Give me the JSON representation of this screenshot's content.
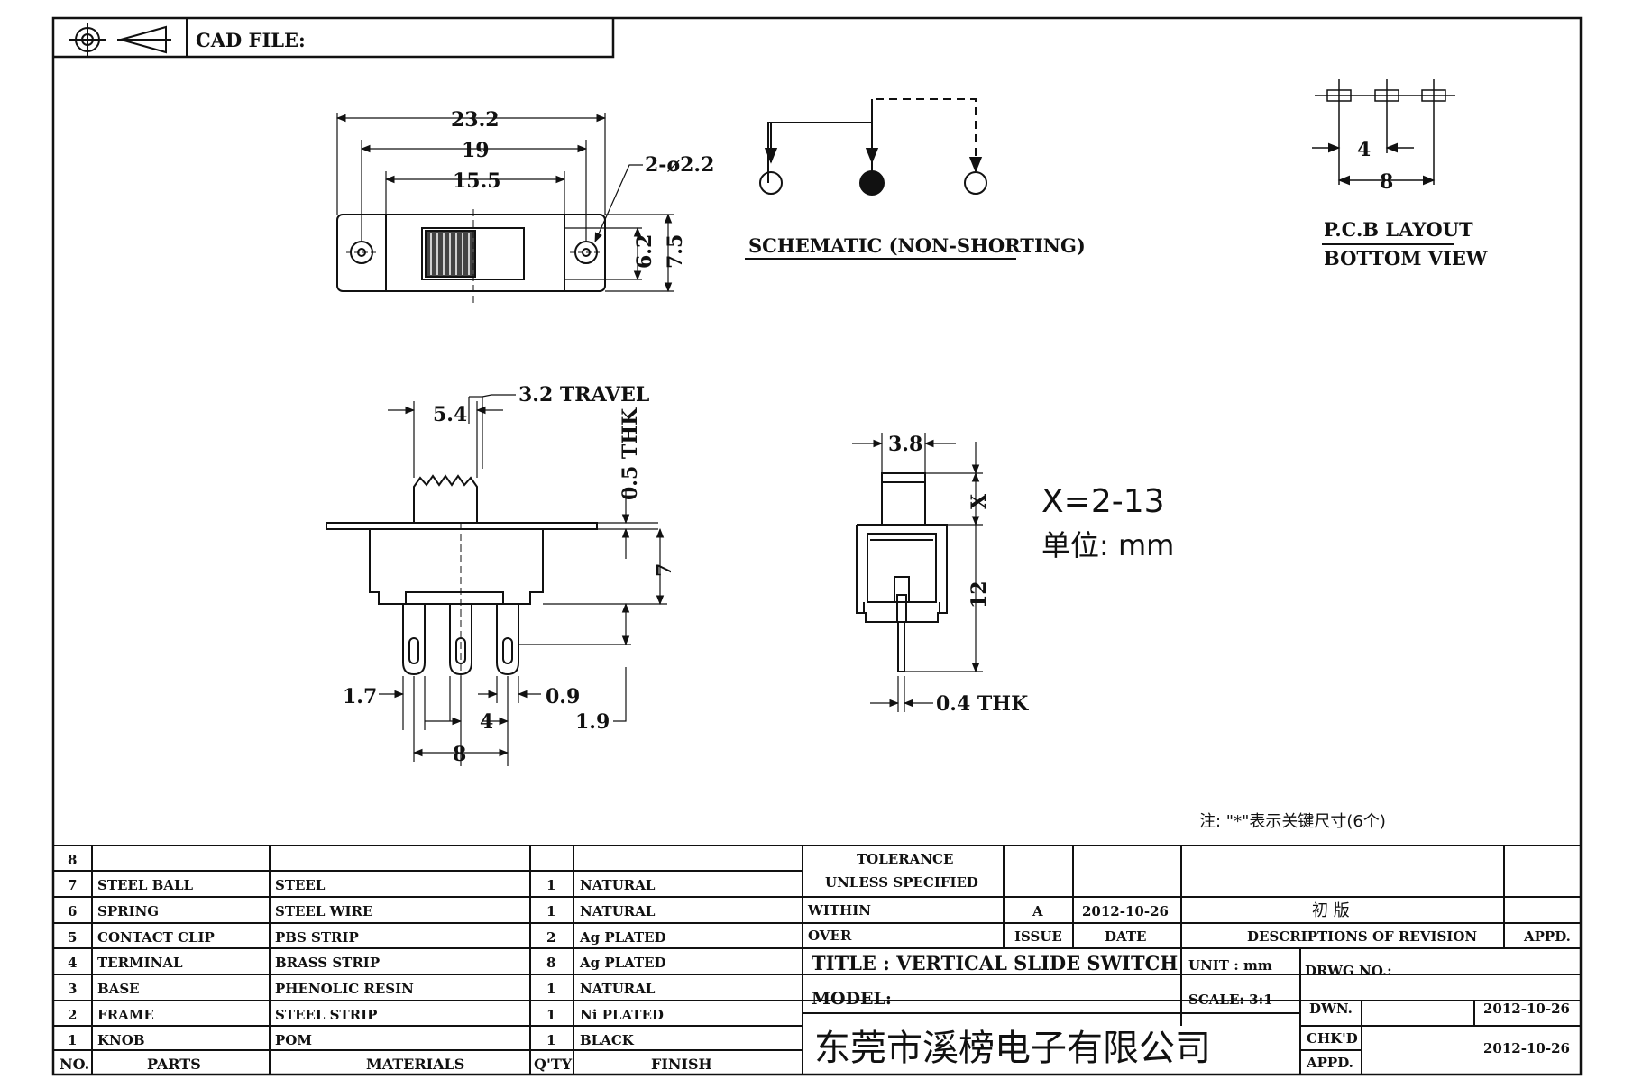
{
  "header": {
    "cad_file_label": "CAD FILE:",
    "projection_symbol": "third-angle-projection-icon"
  },
  "top_view": {
    "dim_overall": "23.2",
    "dim_holes": "19",
    "dim_body": "15.5",
    "dim_hole_dia": "2-ø2.2",
    "dim_inner_h": "6.2",
    "dim_outer_h": "7.5"
  },
  "schematic": {
    "label": "SCHEMATIC (NON-SHORTING)"
  },
  "pcb": {
    "dim_pitch": "4",
    "dim_span": "8",
    "label_line1": "P.C.B LAYOUT",
    "label_line2": "BOTTOM VIEW"
  },
  "front_view": {
    "dim_knob": "5.4",
    "dim_travel": "3.2 TRAVEL",
    "dim_thk": "0.5 THK",
    "dim_height": "7",
    "dim_left": "1.7",
    "dim_pin_w": "0.9",
    "dim_pitch": "4",
    "dim_pin_len": "1.9",
    "dim_span": "8"
  },
  "side_view": {
    "dim_knob_w": "3.8",
    "dim_x": "X",
    "dim_height": "12",
    "dim_thk": "0.4 THK",
    "x_range": "X=2-13",
    "unit_label": "单位: mm"
  },
  "note": "注: \"*\"表示关键尺寸(6个)",
  "bom": {
    "headers": {
      "no": "NO.",
      "parts": "PARTS",
      "materials": "MATERIALS",
      "qty": "Q'TY",
      "finish": "FINISH"
    },
    "rows": [
      {
        "no": "8",
        "parts": "",
        "materials": "",
        "qty": "",
        "finish": ""
      },
      {
        "no": "7",
        "parts": "STEEL BALL",
        "materials": "STEEL",
        "qty": "1",
        "finish": "NATURAL"
      },
      {
        "no": "6",
        "parts": "SPRING",
        "materials": "STEEL WIRE",
        "qty": "1",
        "finish": "NATURAL"
      },
      {
        "no": "5",
        "parts": "CONTACT CLIP",
        "materials": "PBS STRIP",
        "qty": "2",
        "finish": "Ag PLATED"
      },
      {
        "no": "4",
        "parts": "TERMINAL",
        "materials": "BRASS STRIP",
        "qty": "8",
        "finish": "Ag PLATED"
      },
      {
        "no": "3",
        "parts": "BASE",
        "materials": "PHENOLIC RESIN",
        "qty": "1",
        "finish": "NATURAL"
      },
      {
        "no": "2",
        "parts": "FRAME",
        "materials": "STEEL STRIP",
        "qty": "1",
        "finish": "Ni PLATED"
      },
      {
        "no": "1",
        "parts": "KNOB",
        "materials": "POM",
        "qty": "1",
        "finish": "BLACK"
      }
    ]
  },
  "title_block": {
    "tolerance_line1": "TOLERANCE",
    "tolerance_line2": "UNLESS  SPECIFIED",
    "within": "WITHIN",
    "over": "OVER",
    "issue_value": "A",
    "date_value": "2012-10-26",
    "revision_value": "初 版",
    "issue_label": "ISSUE",
    "date_label": "DATE",
    "revision_label": "DESCRIPTIONS OF REVISION",
    "appd_label": "APPD.",
    "title": "TITLE :  VERTICAL SLIDE SWITCH",
    "unit": "UNIT :  mm",
    "drwg_no": "DRWG NO.:",
    "model": "MODEL:",
    "scale": "SCALE:  3:1",
    "dwn_label": "DWN.",
    "dwn_date": "2012-10-26",
    "chkd_label": "CHK'D",
    "appd2_label": "APPD.",
    "chkd_date": "2012-10-26",
    "company": "东莞市溪榜电子有限公司"
  }
}
